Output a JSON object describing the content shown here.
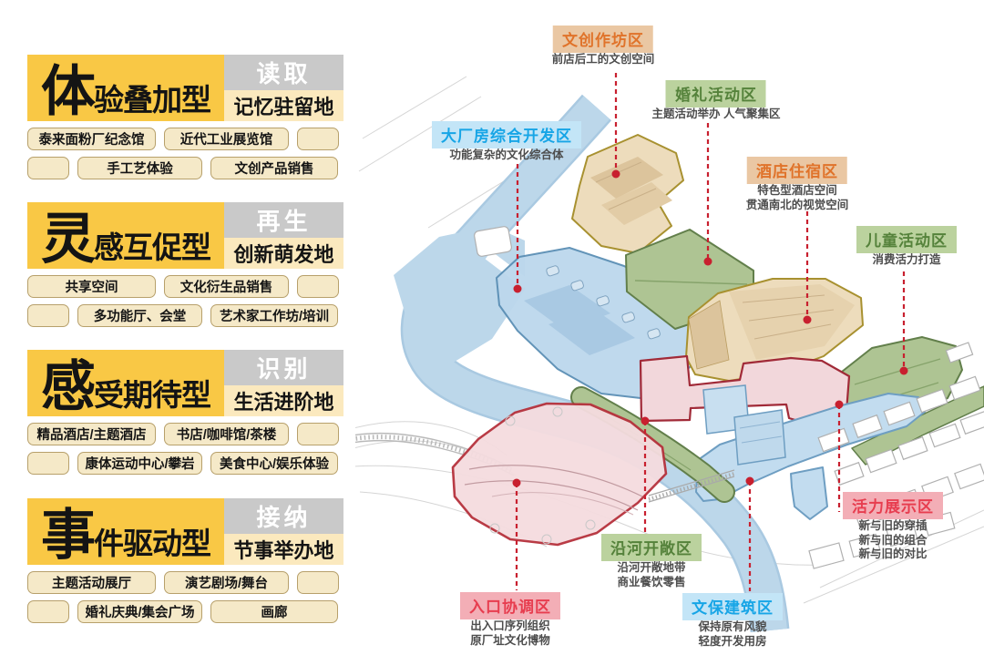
{
  "panel": {
    "sections": [
      {
        "big": "体",
        "rest": "验叠加型",
        "tag": "读取",
        "place": "记忆驻留地",
        "row1": [
          "泰来面粉厂纪念馆",
          "近代工业展览馆"
        ],
        "row2": [
          "手工艺体验",
          "文创产品销售"
        ]
      },
      {
        "big": "灵",
        "rest": "感互促型",
        "tag": "再生",
        "place": "创新萌发地",
        "row1": [
          "共享空间",
          "文化衍生品销售"
        ],
        "row2": [
          "多功能厅、会堂",
          "艺术家工作坊/培训"
        ]
      },
      {
        "big": "感",
        "rest": "受期待型",
        "tag": "识别",
        "place": "生活进阶地",
        "row1": [
          "精品酒店/主题酒店",
          "书店/咖啡馆/茶楼"
        ],
        "row2": [
          "康体运动中心/攀岩",
          "美食中心/娱乐体验"
        ]
      },
      {
        "big": "事",
        "rest": "件驱动型",
        "tag": "接纳",
        "place": "节事举办地",
        "row1": [
          "主题活动展厅",
          "演艺剧场/舞台"
        ],
        "row2": [
          "婚礼庆典/集会广场",
          "画廊"
        ]
      }
    ]
  },
  "map": {
    "labels": [
      {
        "id": "wenchuang",
        "title": "文创作坊区",
        "scheme": "orange",
        "lines": [
          "前店后工的文创空间"
        ]
      },
      {
        "id": "hunli",
        "title": "婚礼活动区",
        "scheme": "green",
        "lines": [
          "主题活动举办 人气聚集区"
        ]
      },
      {
        "id": "dachangfang",
        "title": "大厂房综合开发区",
        "scheme": "blue",
        "lines": [
          "功能复杂的文化综合体"
        ]
      },
      {
        "id": "jiudian",
        "title": "酒店住宿区",
        "scheme": "orange",
        "lines": [
          "特色型酒店空间",
          "贯通南北的视觉空间"
        ]
      },
      {
        "id": "ertong",
        "title": "儿童活动区",
        "scheme": "green",
        "lines": [
          "消费活力打造"
        ]
      },
      {
        "id": "huoli",
        "title": "活力展示区",
        "scheme": "pink",
        "lines": [
          "新与旧的穿插",
          "新与旧的组合",
          "新与旧的对比"
        ]
      },
      {
        "id": "yanhe",
        "title": "沿河开敞区",
        "scheme": "green",
        "lines": [
          "沿河开敞地带",
          "商业餐饮零售"
        ]
      },
      {
        "id": "rukou",
        "title": "入口协调区",
        "scheme": "pink",
        "lines": [
          "出入口序列组织",
          "原厂址文化博物"
        ]
      },
      {
        "id": "wenbao",
        "title": "文保建筑区",
        "scheme": "blue",
        "lines": [
          "保持原有风貌",
          "轻度开发用房"
        ]
      }
    ]
  },
  "colors": {
    "panel_yellow": "#F9C845",
    "panel_tag_gray": "#C9C9C9",
    "panel_place": "#FBE9BE",
    "pill_fill": "#F5E9C8",
    "pill_border": "#B7A06B",
    "label_orange_bg": "#EAC7A3",
    "label_orange_text": "#E0732A",
    "label_green_bg": "#BBD29E",
    "label_green_text": "#55823B",
    "label_blue_bg": "#C3E5F7",
    "label_blue_text": "#17A5E6",
    "label_pink_bg": "#F3AEB6",
    "label_pink_text": "#E73D4F",
    "leader_red": "#C8202F",
    "river": "#BCD7EA",
    "zone_tan": "#EDDCBC",
    "zone_blue": "#BCD8ED",
    "zone_green": "#AEC493",
    "zone_pink": "#F2D7DB"
  }
}
